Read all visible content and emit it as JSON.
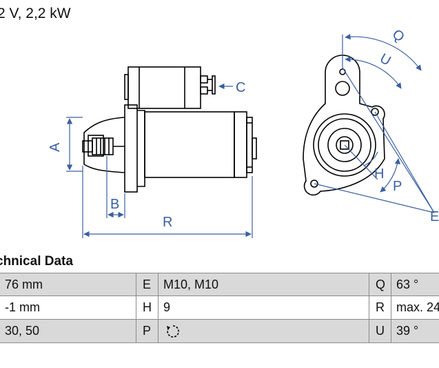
{
  "header": {
    "title": "2 V, 2,2 kW"
  },
  "drawing": {
    "labels": {
      "a": "A",
      "b": "B",
      "c": "C",
      "r": "R",
      "q": "Q",
      "u": "U",
      "h": "H",
      "p": "P",
      "e": "E"
    },
    "line_color": "#3a5fa0"
  },
  "section": {
    "title": "chnical Data"
  },
  "table": {
    "rows": [
      {
        "v1": "76 mm",
        "k2": "E",
        "v2": "M10, M10",
        "k3": "Q",
        "v3": "63 °"
      },
      {
        "v1": "-1 mm",
        "k2": "H",
        "v2": "9",
        "k3": "R",
        "v3": "max. 24"
      },
      {
        "v1": "30, 50",
        "k2": "P",
        "v2": "",
        "k3": "U",
        "v3": "39 °"
      }
    ],
    "rotation_icon": "counterclockwise-rotation-icon"
  }
}
